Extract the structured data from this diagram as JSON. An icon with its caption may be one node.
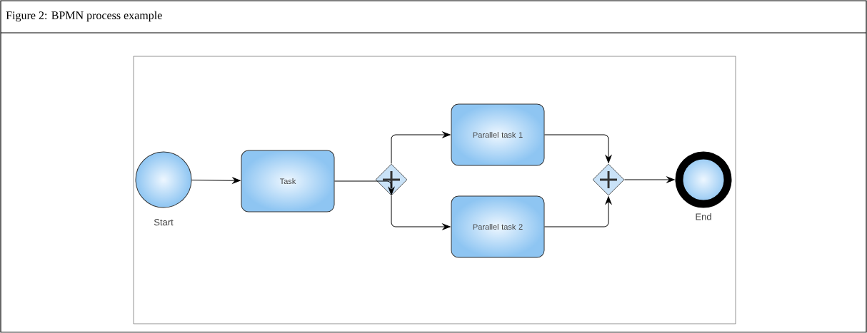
{
  "diagram": {
    "title": "Figure 2: BPMN process example",
    "nodes": [
      {
        "text": [
          "Start"
        ]
      },
      {
        "text": [
          "Task"
        ]
      },
      {
        "text": [],
        "shape": "diamond"
      },
      {
        "text": [
          "Parallel task 1"
        ]
      },
      {
        "text": [
          "Parallel task 2"
        ]
      },
      {
        "text": [],
        "shape": "diamond"
      },
      {
        "text": [
          "End"
        ]
      }
    ],
    "edges": [
      {
        "from": 0,
        "to": 1,
        "arrow": "to"
      },
      {
        "from": 1,
        "to": 2,
        "arrow": "to"
      },
      {
        "from": 2,
        "to": 3,
        "arrow": "to"
      },
      {
        "from": 2,
        "to": 4,
        "arrow": "to"
      },
      {
        "from": 3,
        "to": 5,
        "arrow": "to"
      },
      {
        "from": 4,
        "to": 5,
        "arrow": "to"
      },
      {
        "from": 5,
        "to": 6,
        "arrow": "to"
      }
    ]
  }
}
